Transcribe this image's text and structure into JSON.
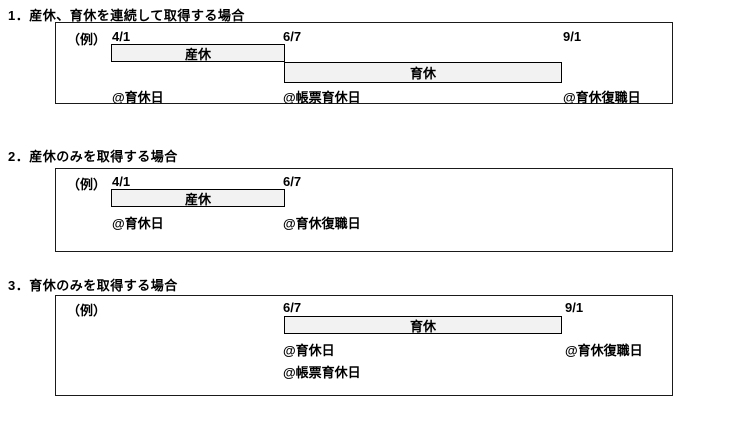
{
  "colors": {
    "background": "#ffffff",
    "text": "#000000",
    "bar_fill": "#f2f2f2",
    "bar_border": "#000000",
    "box_border": "#1a1a1a"
  },
  "sections": [
    {
      "title": "1．産休、育休を連続して取得する場合",
      "example_label": "（例）",
      "dates": [
        "4/1",
        "6/7",
        "9/1"
      ],
      "bars": [
        {
          "label": "産休"
        },
        {
          "label": "育休"
        }
      ],
      "annotations": [
        "@育休日",
        "@帳票育休日",
        "@育休復職日"
      ]
    },
    {
      "title": "2．産休のみを取得する場合",
      "example_label": "（例）",
      "dates": [
        "4/1",
        "6/7"
      ],
      "bars": [
        {
          "label": "産休"
        }
      ],
      "annotations": [
        "@育休日",
        "@育休復職日"
      ]
    },
    {
      "title": "3．育休のみを取得する場合",
      "example_label": "（例）",
      "dates": [
        "6/7",
        "9/1"
      ],
      "bars": [
        {
          "label": "育休"
        }
      ],
      "annotations": [
        "@育休日",
        "@帳票育休日",
        "@育休復職日"
      ]
    }
  ]
}
